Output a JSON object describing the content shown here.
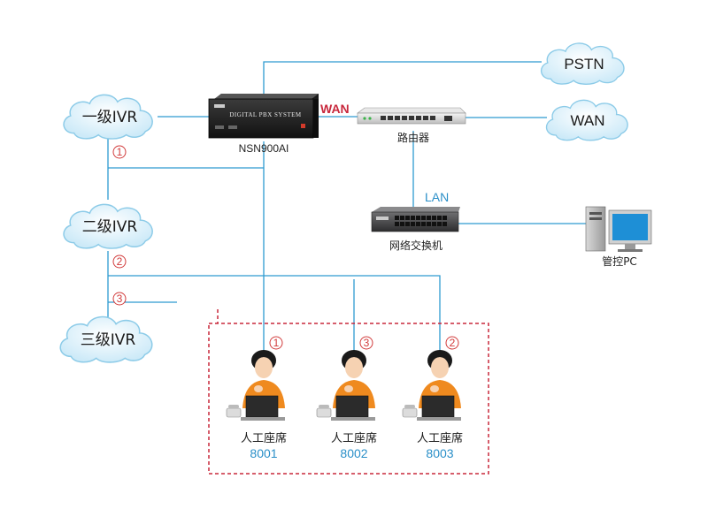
{
  "clouds": {
    "ivr1": "一级IVR",
    "ivr2": "二级IVR",
    "ivr3": "三级IVR",
    "pstn": "PSTN",
    "wan": "WAN"
  },
  "pbx": {
    "panel_text": "DIGITAL PBX SYSTEM",
    "model": "NSN900AI"
  },
  "router": {
    "label": "路由器"
  },
  "switch": {
    "label": "网络交换机"
  },
  "pc": {
    "label": "管控PC"
  },
  "links": {
    "wan": "WAN",
    "lan": "LAN"
  },
  "markers": {
    "m1": "1",
    "m2": "2",
    "m3": "3"
  },
  "agents": [
    {
      "label": "人工座席",
      "ext": "8001",
      "marker": "1"
    },
    {
      "label": "人工座席",
      "ext": "8002",
      "marker": "3"
    },
    {
      "label": "人工座席",
      "ext": "8003",
      "marker": "2"
    }
  ],
  "colors": {
    "line": "#2e9bd1",
    "cloud_fill": "#dff3fc",
    "cloud_stroke": "#8ccbe8",
    "marker_red": "#d13a3a",
    "dashed_box": "#c8283c"
  }
}
